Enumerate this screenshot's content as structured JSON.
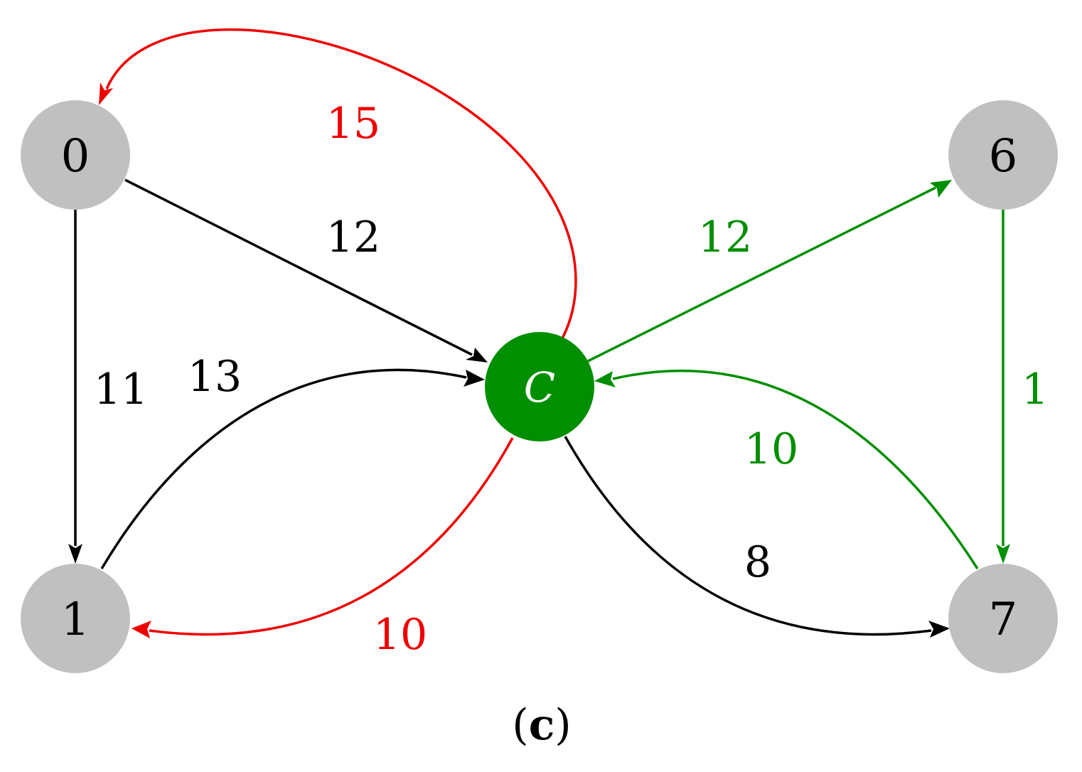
{
  "colors": {
    "node_default": "#c0c0c0",
    "node_center": "#008f00",
    "node_text_default": "#000000",
    "node_text_center": "#ffffff",
    "edge_black": "#000000",
    "edge_red": "#ee0000",
    "edge_green": "#008f00"
  },
  "nodes": {
    "n0": {
      "label": "0"
    },
    "n1": {
      "label": "1"
    },
    "n6": {
      "label": "6"
    },
    "n7": {
      "label": "7"
    },
    "center": {
      "label": "C"
    }
  },
  "edges": {
    "e_0_1": {
      "weight": "11",
      "color": "black"
    },
    "e_0_c": {
      "weight": "12",
      "color": "black"
    },
    "e_c_0": {
      "weight": "15",
      "color": "red"
    },
    "e_1_c": {
      "weight": "13",
      "color": "black"
    },
    "e_c_1": {
      "weight": "10",
      "color": "red"
    },
    "e_c_6": {
      "weight": "12",
      "color": "green"
    },
    "e_6_7": {
      "weight": "1",
      "color": "green"
    },
    "e_7_c": {
      "weight": "10",
      "color": "green"
    },
    "e_c_7": {
      "weight": "8",
      "color": "black"
    }
  },
  "caption": {
    "open": "(",
    "letter": "c",
    "close": ")"
  }
}
